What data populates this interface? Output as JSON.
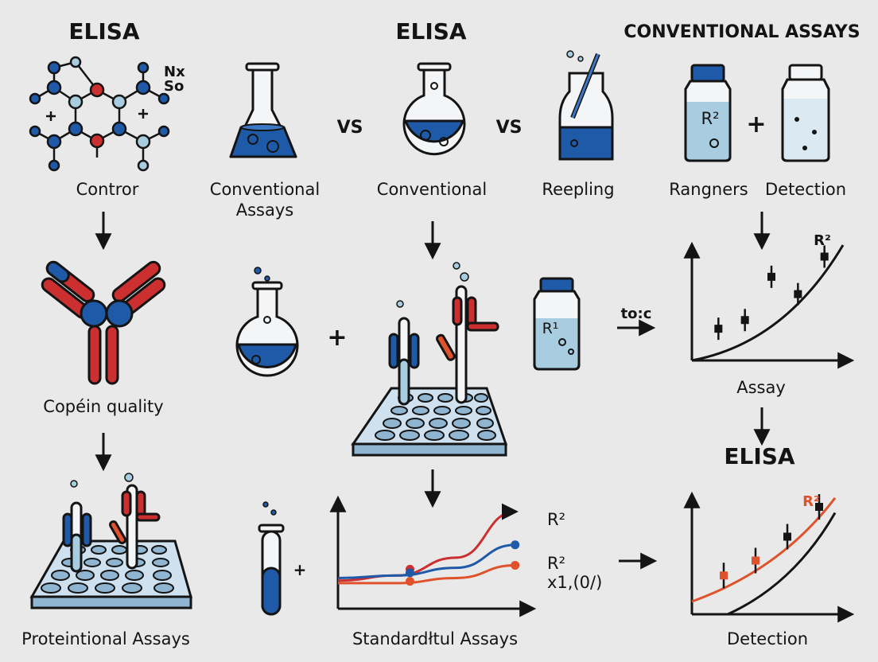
{
  "headers": {
    "left": "ELISA",
    "middle": "ELISA",
    "right": "CONVENTIONAL ASSAYS"
  },
  "vs": [
    "VS",
    "VS"
  ],
  "molecule_labels": {
    "nx": "Nx",
    "so": "So"
  },
  "row1_labels": {
    "contror": "Contror",
    "conventional_assays": "Conventional\nAssays",
    "conventional": "Conventional",
    "reepling": "Reepling",
    "rangners": "Rangners",
    "detection": "Detection"
  },
  "bottle_labels": {
    "r2_top": "R²",
    "r1_mid": "R¹"
  },
  "middle_row": {
    "antibody_label": "Copéin quality",
    "arrow_text": "to:c",
    "plus": "+"
  },
  "top_chart": {
    "r2_label": "R²",
    "xlabel": "Assay"
  },
  "bottom_left_chart": {
    "r2_top": "R²",
    "r2_mid": "R²",
    "annotation": "x1,(0/)",
    "xlabel": "Standardłtul Assays"
  },
  "bottom_right_chart": {
    "title": "ELISA",
    "r2_label": "R²",
    "xlabel": "Detection"
  },
  "bottom_left_label": "Proteintional Assays",
  "colors": {
    "background": "#e9e9ea",
    "blue": "#1e5aa8",
    "light_blue": "#a9cde0",
    "red": "#cc2f2f",
    "orange": "#e0522b",
    "ink": "#141414"
  },
  "chart_data": [
    {
      "type": "scatter",
      "title": "",
      "xlabel": "Assay",
      "ylabel": "",
      "series": [
        {
          "name": "R²",
          "x": [
            1,
            2,
            3,
            4,
            5
          ],
          "y": [
            1.1,
            1.4,
            2.9,
            2.3,
            3.6
          ],
          "fit": "curve"
        }
      ]
    },
    {
      "type": "line",
      "title": "",
      "xlabel": "Standardłtul Assays",
      "ylabel": "",
      "series": [
        {
          "name": "R²",
          "x": [
            0,
            1,
            2,
            3
          ],
          "y": [
            1.1,
            1.3,
            2.0,
            3.8
          ]
        },
        {
          "name": "R²",
          "x": [
            0,
            1,
            2,
            3
          ],
          "y": [
            1.2,
            1.3,
            1.6,
            2.5
          ]
        },
        {
          "name": "x1,(0/)",
          "x": [
            0,
            1,
            2,
            3
          ],
          "y": [
            1.0,
            1.0,
            1.2,
            1.7
          ]
        }
      ]
    },
    {
      "type": "scatter",
      "title": "ELISA",
      "xlabel": "Detection",
      "ylabel": "",
      "series": [
        {
          "name": "R²",
          "x": [
            1,
            2,
            3,
            4
          ],
          "y": [
            1.3,
            1.8,
            2.6,
            3.6
          ],
          "fit": "curve"
        }
      ]
    }
  ]
}
